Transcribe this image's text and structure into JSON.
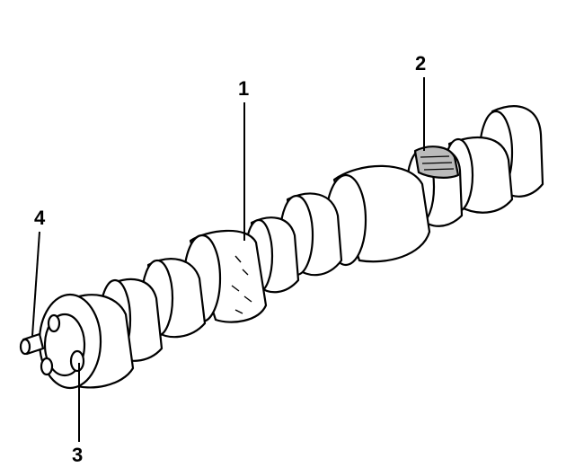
{
  "callouts": {
    "c1": "1",
    "c2": "2",
    "c3": "3",
    "c4": "4"
  },
  "colors": {
    "line": "#000000",
    "fill": "#ffffff",
    "shade": "#bbbbbb"
  }
}
